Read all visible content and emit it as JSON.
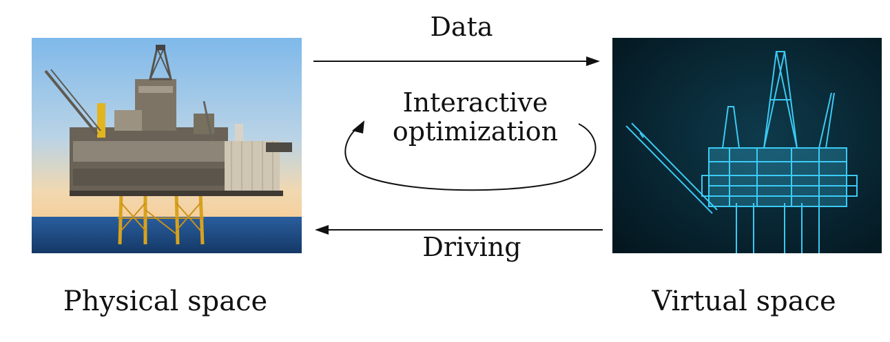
{
  "arrows": {
    "top_label": "Data",
    "loop_label_line1": "Interactive",
    "loop_label_line2": "optimization",
    "bottom_label": "Driving"
  },
  "captions": {
    "left": "Physical space",
    "right": "Virtual space"
  },
  "images": {
    "left": "physical-oil-platform-photo",
    "right": "virtual-wireframe-oil-platform"
  },
  "colors": {
    "wireframe": "#3fd3ff",
    "virtual_bg": "#06202b",
    "sky_top": "#7fb9ea",
    "sea": "#1f4d8c"
  }
}
